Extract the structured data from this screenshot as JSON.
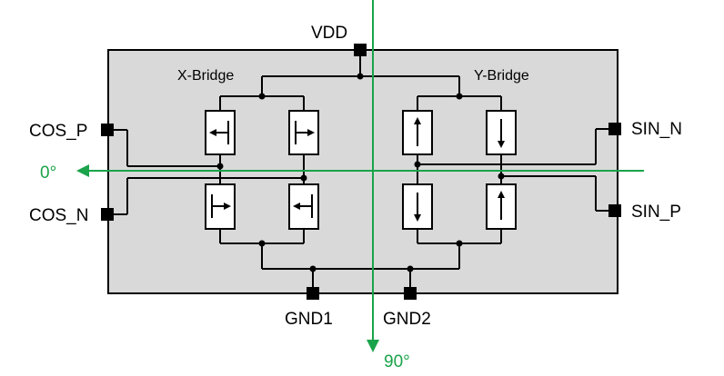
{
  "pins": {
    "vdd": "VDD",
    "cos_p": "COS_P",
    "cos_n": "COS_N",
    "sin_n": "SIN_N",
    "sin_p": "SIN_P",
    "gnd1": "GND1",
    "gnd2": "GND2"
  },
  "bridges": {
    "x": "X-Bridge",
    "y": "Y-Bridge"
  },
  "axes": {
    "horizontal": "0°",
    "vertical": "90°",
    "color": "#1aa34a"
  },
  "colors": {
    "chip_fill": "#d9d9d9",
    "chip_stroke": "#000000"
  }
}
